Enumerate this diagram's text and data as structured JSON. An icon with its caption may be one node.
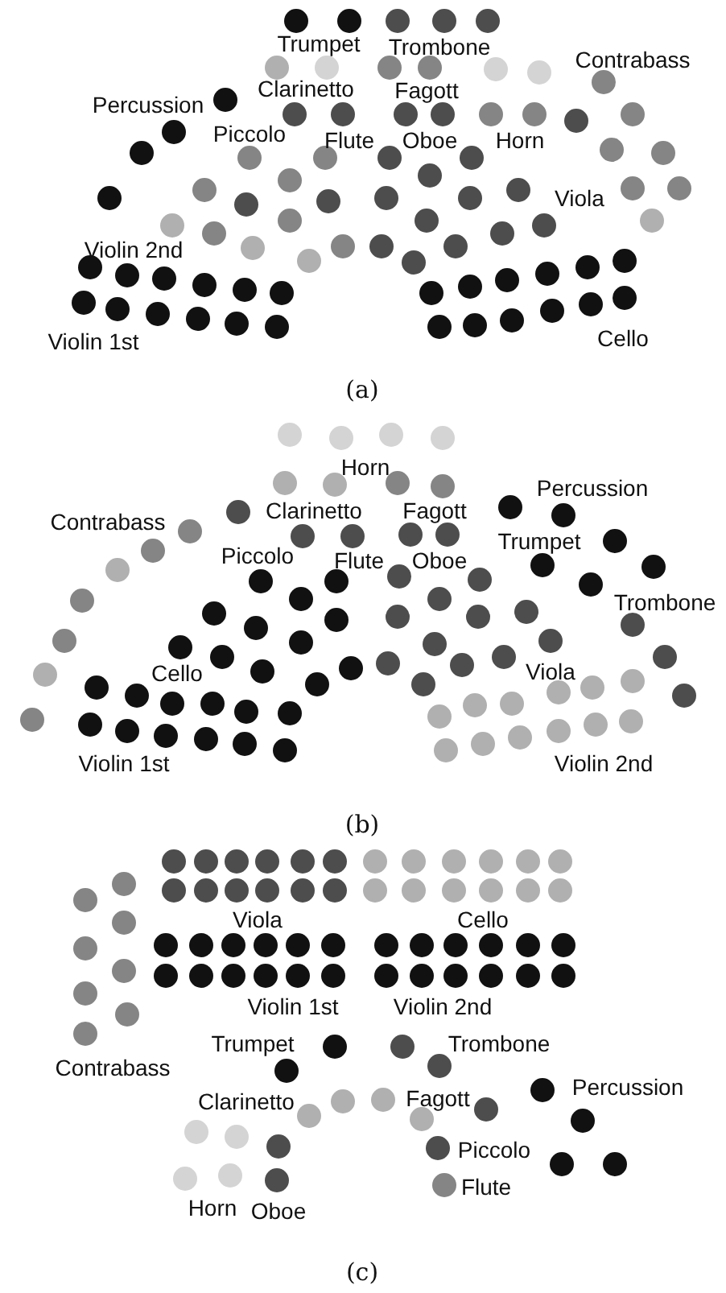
{
  "diagram": {
    "labels": [
      "Trumpet",
      "Trombone",
      "Contrabass",
      "Clarinetto",
      "Fagott",
      "Percussion",
      "Piccolo",
      "Flute",
      "Oboe",
      "Horn",
      "Viola",
      "Violin 2nd",
      "Violin 1st",
      "Cello",
      "(a)",
      "Horn",
      "Percussion",
      "Contrabass",
      "Clarinetto",
      "Fagott",
      "Trumpet",
      "Piccolo",
      "Flute",
      "Oboe",
      "Trombone",
      "Cello",
      "Viola",
      "Violin 1st",
      "Violin 2nd",
      "(b)",
      "Viola",
      "Cello",
      "Violin 1st",
      "Violin 2nd",
      "Trumpet",
      "Trombone",
      "Contrabass",
      "Percussion",
      "Clarinetto",
      "Fagott",
      "Piccolo",
      "Flute",
      "Horn",
      "Oboe",
      "(c)"
    ]
  }
}
